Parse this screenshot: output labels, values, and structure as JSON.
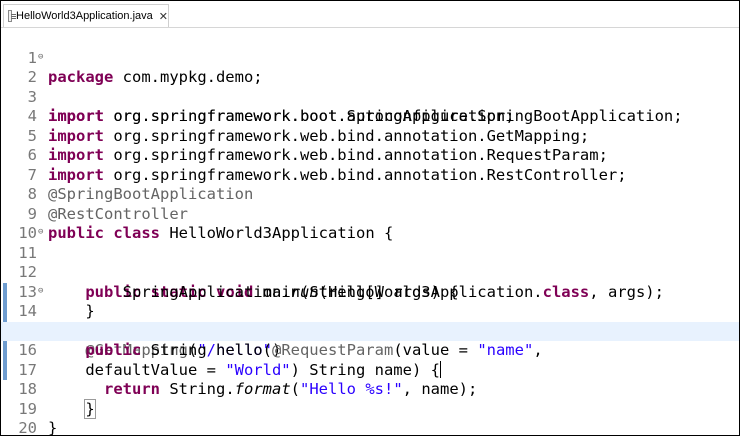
{
  "editor_tab": {
    "title": "HelloWorld3Application.java",
    "close_glyph": "✕"
  },
  "lines": [
    {
      "n": "1"
    },
    {
      "n": "2"
    },
    {
      "n": "3"
    },
    {
      "n": "4"
    },
    {
      "n": "5"
    },
    {
      "n": "6"
    },
    {
      "n": "7"
    },
    {
      "n": "8"
    },
    {
      "n": "9"
    },
    {
      "n": "10"
    },
    {
      "n": "11"
    },
    {
      "n": "12"
    },
    {
      "n": "13"
    },
    {
      "n": "14"
    },
    {
      "n": "15"
    },
    {
      "n": "16"
    },
    {
      "n": "17"
    },
    {
      "n": "18"
    },
    {
      "n": "19"
    },
    {
      "n": "20"
    }
  ],
  "fold_glyph": "⊖",
  "code": {
    "l1": {
      "kw": "package",
      "rest": " com.mypkg.demo;"
    },
    "l2": {
      "kw": "import",
      "rest": " org.springframework.boot.SpringApplication;"
    },
    "l3": {
      "kw": "import",
      "rest": " org.springframework.boot.autoconfigure.SpringBootApplication;"
    },
    "l4": {
      "kw": "import",
      "rest": " org.springframework.web.bind.annotation.GetMapping;"
    },
    "l5": {
      "kw": "import",
      "rest": " org.springframework.web.bind.annotation.RequestParam;"
    },
    "l6": {
      "kw": "import",
      "rest": " org.springframework.web.bind.annotation.RestController;"
    },
    "l7": {
      "ann": "@SpringBootApplication"
    },
    "l8": {
      "ann": "@RestController"
    },
    "l9": {
      "kw1": "public",
      "kw2": "class",
      "rest": " HelloWorld3Application {"
    },
    "l11": {
      "indent": "    ",
      "kw1": "public",
      "kw2": "static",
      "kw3": "void",
      "rest": " main(String[] args) {"
    },
    "l12": {
      "indent": "        ",
      "pre": "SpringApplication.",
      "method": "run",
      "mid": "(HelloWorld3Application.",
      "kw": "class",
      "post": ", args);"
    },
    "l13": {
      "text": "    }"
    },
    "l14": {
      "indent": "    ",
      "ann": "@GetMapping",
      "open": "(",
      "str": "\"/hello\"",
      "close": ")"
    },
    "l15": {
      "indent": "    ",
      "kw": "public",
      "pre": " String hello(",
      "ann": "@RequestParam",
      "mid": "(value = ",
      "str": "\"name\"",
      "post": ","
    },
    "l16": {
      "indent": "    ",
      "pre": "defaultValue = ",
      "str": "\"World\"",
      "post": ") String name) {"
    },
    "l17": {
      "indent": "      ",
      "kw": "return",
      "pre": " String.",
      "method": "format",
      "open": "(",
      "str": "\"Hello %s!\"",
      "post": ", name);"
    },
    "l18": {
      "indent": "    ",
      "brace": "}"
    },
    "l19": {
      "text": "}"
    }
  },
  "colors": {
    "keyword": "#7f0055",
    "annotation": "#646464",
    "string": "#2a00ff",
    "line_number": "#787878",
    "current_line": "#e8f2fe",
    "gutter_marker": "#6e9ccf"
  }
}
